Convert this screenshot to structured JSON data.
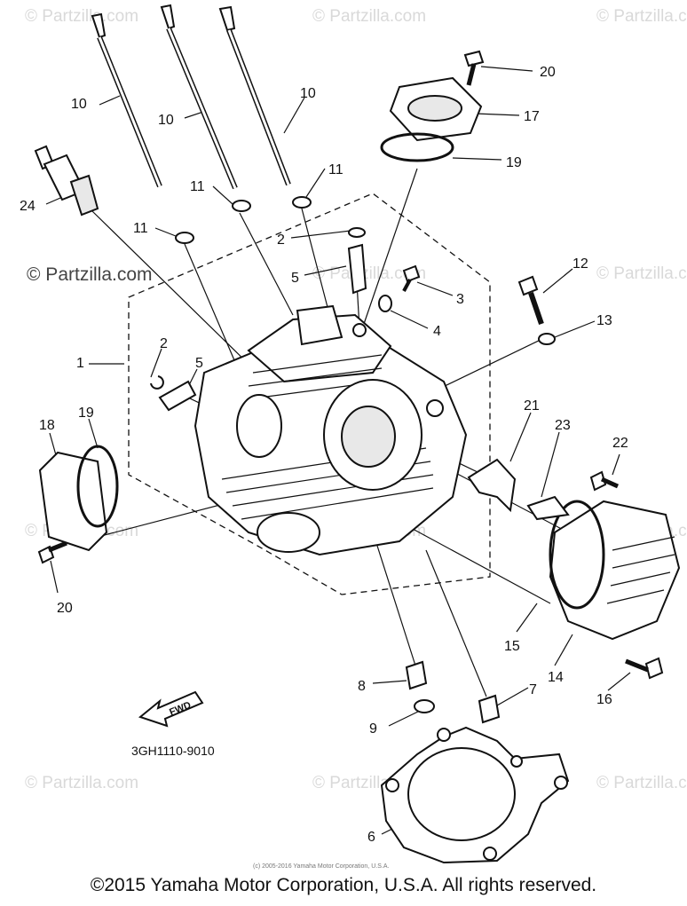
{
  "watermarks": {
    "text": "© Partzilla.com",
    "main_text": "© Partzilla.com"
  },
  "labels": {
    "l1": "1",
    "l2a": "2",
    "l2b": "2",
    "l3": "3",
    "l4": "4",
    "l5a": "5",
    "l5b": "5",
    "l6": "6",
    "l7": "7",
    "l8": "8",
    "l9": "9",
    "l10a": "10",
    "l10b": "10",
    "l10c": "10",
    "l11a": "11",
    "l11b": "11",
    "l11c": "11",
    "l12": "12",
    "l13": "13",
    "l14": "14",
    "l15": "15",
    "l16": "16",
    "l17": "17",
    "l18": "18",
    "l19a": "19",
    "l19b": "19",
    "l20a": "20",
    "l20b": "20",
    "l21": "21",
    "l22": "22",
    "l23": "23",
    "l24": "24"
  },
  "fwd_label": "FWD",
  "diagram_code": "3GH1110-9010",
  "small_copyright": "(c) 2005-2016 Yamaha Motor Corporation, U.S.A.",
  "footer": "©2015 Yamaha Motor Corporation, U.S.A. All rights reserved."
}
